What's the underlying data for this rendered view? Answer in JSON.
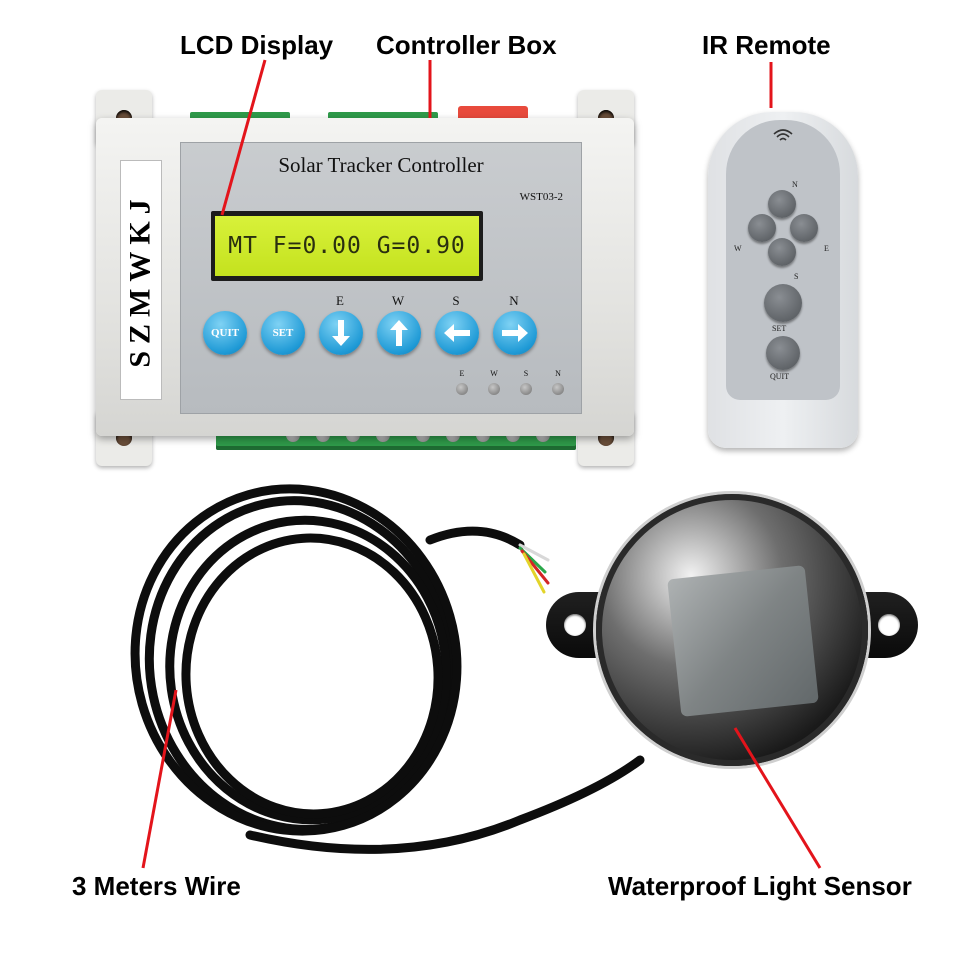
{
  "callouts": {
    "lcd_display": "LCD Display",
    "controller_box": "Controller Box",
    "ir_remote": "IR Remote",
    "wire": "3 Meters Wire",
    "light_sensor": "Waterproof Light Sensor"
  },
  "controller": {
    "brand": "SZMWKJ",
    "title": "Solar Tracker Controller",
    "model": "WST03-2",
    "lcd_text": "MT F=0.00 G=0.90",
    "buttons": [
      {
        "label": "QUIT",
        "letter": ""
      },
      {
        "label": "SET",
        "letter": ""
      },
      {
        "label": "",
        "letter": "E",
        "icon": "arrow-down-icon"
      },
      {
        "label": "",
        "letter": "W",
        "icon": "arrow-up-icon"
      },
      {
        "label": "",
        "letter": "S",
        "icon": "arrow-left-icon"
      },
      {
        "label": "",
        "letter": "N",
        "icon": "arrow-right-icon"
      }
    ],
    "leds": [
      "E",
      "W",
      "S",
      "N"
    ],
    "key_color": "#1f9ad6",
    "lcd_color": "#c4e21e"
  },
  "remote": {
    "labels": {
      "north": "N",
      "west": "W",
      "east": "E",
      "south": "S",
      "set": "SET",
      "quit": "QUIT"
    }
  },
  "colors": {
    "leader_line": "#e3141b",
    "terminal_green": "#2f9a4a"
  }
}
